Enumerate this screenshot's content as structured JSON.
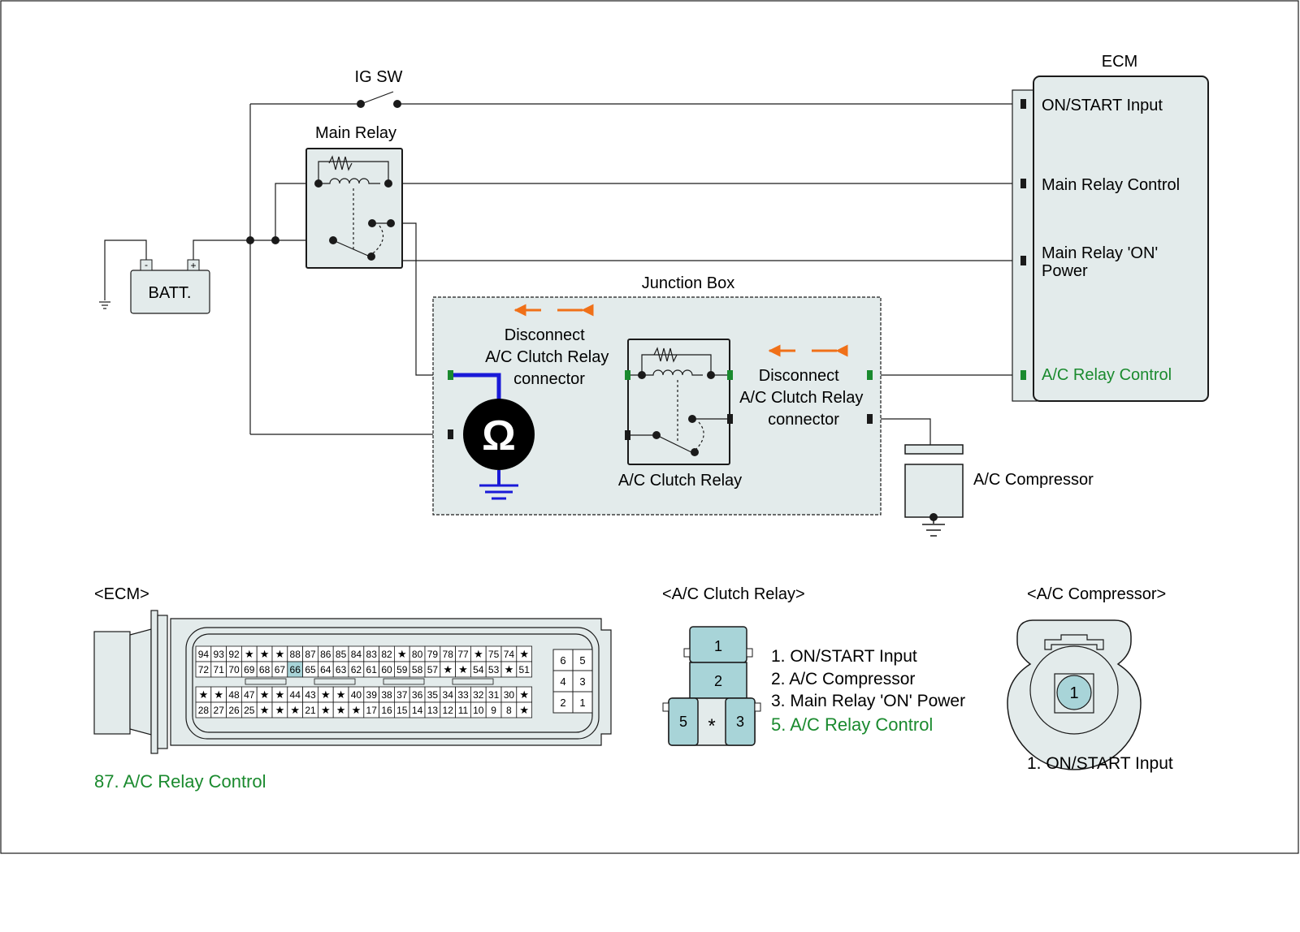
{
  "colors": {
    "line": "#1a1a1a",
    "panel": "#e3ebeb",
    "cavity_fill": "#a8d4d8",
    "green": "#1a8a2e",
    "blue": "#1a1ad8",
    "orange": "#f07018",
    "green_pin": "#1a8a2e"
  },
  "labels": {
    "ig_sw": "IG SW",
    "main_relay": "Main Relay",
    "batt": "BATT.",
    "batt_minus": "-",
    "batt_plus": "+",
    "junction_box": "Junction Box",
    "disconnect_left": [
      "Disconnect",
      "A/C Clutch Relay",
      "connector"
    ],
    "disconnect_right": [
      "Disconnect",
      "A/C Clutch Relay",
      "connector"
    ],
    "ac_clutch_relay": "A/C Clutch Relay",
    "ac_compressor": "A/C Compressor",
    "ohm": "Ω"
  },
  "ecm": {
    "title": "ECM",
    "pins": [
      {
        "text": "ON/START Input",
        "highlight": false
      },
      {
        "text": "Main Relay Control",
        "highlight": false
      },
      {
        "text": "Main Relay 'ON'",
        "text2": "Power",
        "highlight": false
      },
      {
        "text": "A/C Relay Control",
        "highlight": true
      }
    ]
  },
  "ecm_connector": {
    "title": "<ECM>",
    "note": "87. A/C Relay Control",
    "highlight_pin": "66",
    "block_a": {
      "row1": [
        "94",
        "93",
        "92",
        "★",
        "★",
        "★",
        "88",
        "87",
        "86",
        "85",
        "84",
        "83",
        "82",
        "★",
        "80",
        "79",
        "78",
        "77",
        "★",
        "75",
        "74",
        "★"
      ],
      "row2": [
        "72",
        "71",
        "70",
        "69",
        "68",
        "67",
        "66",
        "65",
        "64",
        "63",
        "62",
        "61",
        "60",
        "59",
        "58",
        "57",
        "★",
        "★",
        "54",
        "53",
        "★",
        "51"
      ]
    },
    "block_b": {
      "row1": [
        "★",
        "★",
        "48",
        "47",
        "★",
        "★",
        "44",
        "43",
        "★",
        "★",
        "40",
        "39",
        "38",
        "37",
        "36",
        "35",
        "34",
        "33",
        "32",
        "31",
        "30",
        "★"
      ],
      "row2": [
        "28",
        "27",
        "26",
        "25",
        "★",
        "★",
        "★",
        "21",
        "★",
        "★",
        "★",
        "17",
        "16",
        "15",
        "14",
        "13",
        "12",
        "11",
        "10",
        "9",
        "8",
        "★"
      ]
    },
    "small_block": [
      [
        "6",
        "5"
      ],
      [
        "4",
        "3"
      ],
      [
        "2",
        "1"
      ]
    ]
  },
  "relay_connector": {
    "title": "<A/C Clutch Relay>",
    "cavities": {
      "c1": "1",
      "c2": "2",
      "c5": "5",
      "cstar": "*",
      "c3": "3"
    },
    "pins": [
      {
        "text": "1. ON/START Input",
        "highlight": false
      },
      {
        "text": "2. A/C Compressor",
        "highlight": false
      },
      {
        "text": "3. Main Relay 'ON' Power",
        "highlight": false
      },
      {
        "text": "5. A/C Relay Control",
        "highlight": true
      }
    ]
  },
  "compressor_connector": {
    "title": "<A/C Compressor>",
    "cavity": "1",
    "pins": [
      "1. ON/START Input"
    ]
  }
}
